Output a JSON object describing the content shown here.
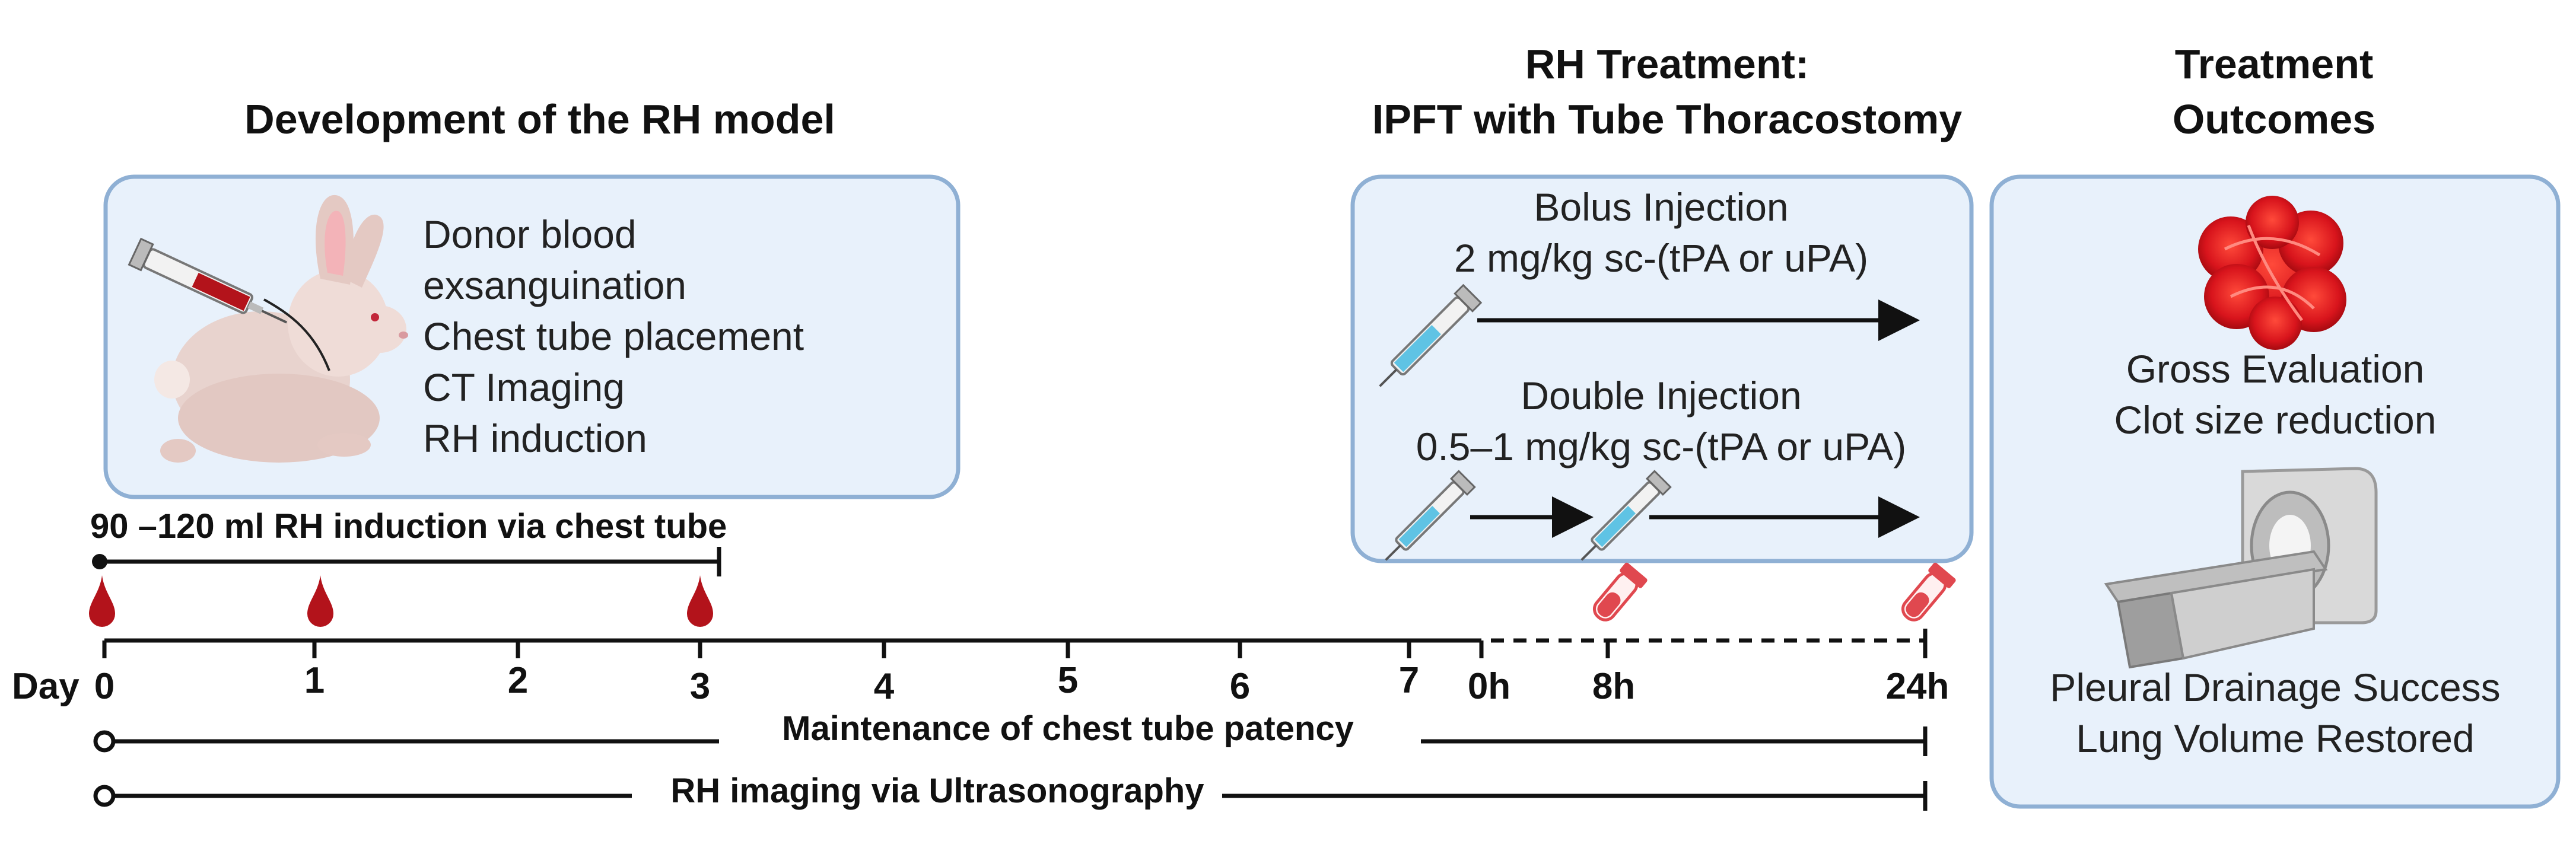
{
  "sections": {
    "model_title": "Development of the RH model",
    "treatment_title": [
      "RH Treatment:",
      "IPFT with Tube Thoracostomy"
    ],
    "outcomes_title": [
      "Treatment",
      "Outcomes"
    ]
  },
  "model_box": {
    "steps": [
      "Donor blood",
      "exsanguination",
      "Chest tube placement",
      "CT Imaging",
      "RH induction"
    ]
  },
  "treatment_box": {
    "bolus": {
      "title": "Bolus Injection",
      "dose": "2 mg/kg sc-(tPA or uPA)"
    },
    "double": {
      "title": "Double Injection",
      "dose": "0.5–1 mg/kg sc-(tPA or uPA)"
    }
  },
  "outcomes_box": {
    "gross": [
      "Gross Evaluation",
      "Clot size reduction"
    ],
    "imaging": [
      "Pleural Drainage Success",
      "Lung Volume Restored"
    ]
  },
  "timeline": {
    "induction_label": "90 –120 ml RH induction via chest tube",
    "day_prefix": "Day",
    "day_ticks": [
      "0",
      "1",
      "2",
      "3",
      "4",
      "5",
      "6",
      "7"
    ],
    "hour_ticks": [
      "0h",
      "8h",
      "24h"
    ],
    "blood_draw_days": [
      "0",
      "1",
      "3"
    ],
    "sample_hours": [
      "8h",
      "24h"
    ],
    "maintenance_label": "Maintenance of chest tube patency",
    "imaging_label": "RH imaging via Ultrasonography"
  },
  "colors": {
    "box_fill": "#e8f1fb",
    "box_stroke": "#8fb0d4",
    "blood": "#b3131b",
    "syringe_liquid": "#5fc3e4",
    "tube_red": "#e0484f"
  }
}
